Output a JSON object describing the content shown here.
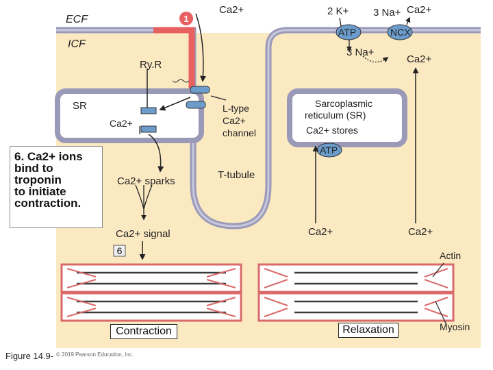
{
  "labels": {
    "ecf": "ECF",
    "icf": "ICF",
    "ryr": "Ry.R",
    "sr": "SR",
    "ca_top": "Ca2+",
    "k_top": "2 K+",
    "na_top": "3 Na+",
    "ca_ncx_top": "Ca2+",
    "atp_pump": "ATP",
    "ncx": "NCX",
    "na_lower": "3 Na+",
    "ca_ncx_lower": "Ca2+",
    "ca_sr": "Ca2+",
    "ltype_1": "L-type",
    "ltype_2": "Ca2+",
    "ltype_3": "channel",
    "srstore_1": "Sarcoplasmic",
    "srstore_2": "reticulum (SR)",
    "srstore_3": "Ca2+ stores",
    "atp_sr": "ATP",
    "sparks": "Ca2+ sparks",
    "ttubule": "T-tubule",
    "signal": "Ca2+ signal",
    "ca_relax_left": "Ca2+",
    "ca_relax_right": "Ca2+",
    "actin": "Actin",
    "myosin": "Myosin",
    "contraction": "Contraction",
    "relaxation": "Relaxation",
    "figure": "Figure 14.9-",
    "copyright": "© 2019 Pearson Education, Inc.",
    "step1": "1",
    "step6": "6"
  },
  "callout": {
    "line1": "6. Ca2+ ions",
    "line2": "bind to",
    "line3": "troponin",
    "line4": "to initiate",
    "line5": "contraction."
  },
  "colors": {
    "ecf_bg": "#ffffff",
    "icf_bg": "#fbe9c2",
    "membrane": "#9a9ab8",
    "red_flow": "#e86060",
    "channel": "#6c9ccb",
    "sarcomere": "#d96a6a",
    "myosin": "#3a3a3a"
  }
}
